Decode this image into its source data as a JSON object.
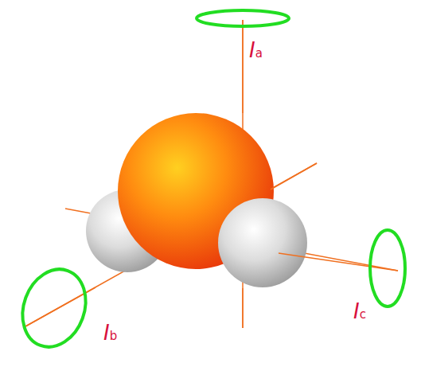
{
  "diagram": {
    "labels": [
      "Ia",
      "Ib",
      "Ic"
    ]
  }
}
